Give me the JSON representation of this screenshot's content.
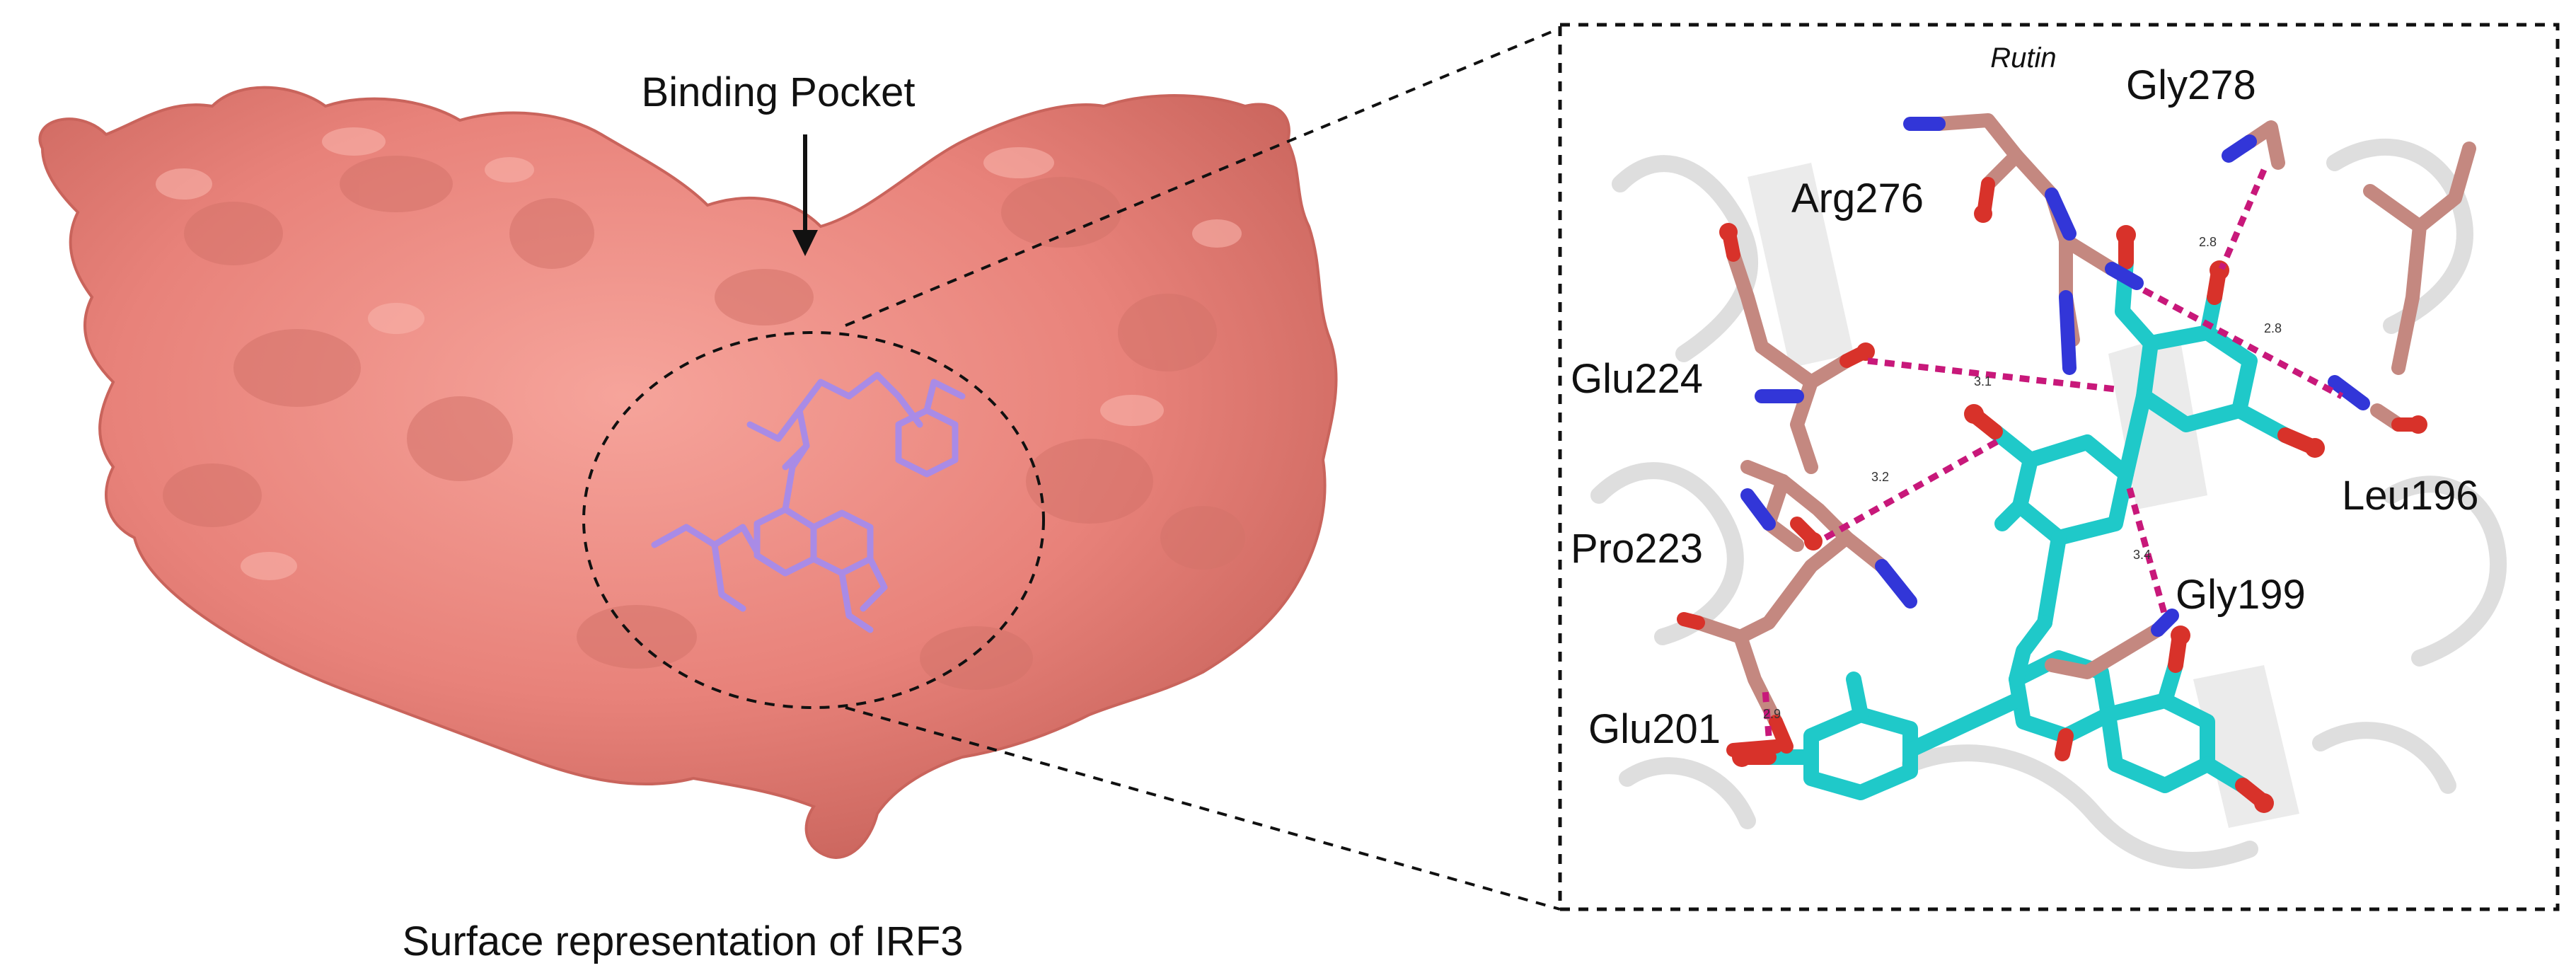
{
  "left_panel": {
    "arrow_label": "Binding Pocket",
    "caption": "Surface representation of IRF3"
  },
  "right_panel": {
    "ligand_label": "Rutin",
    "residues": {
      "gly278": "Gly278",
      "arg276": "Arg276",
      "glu224": "Glu224",
      "pro223": "Pro223",
      "glu201": "Glu201",
      "leu196": "Leu196",
      "gly199": "Gly199"
    },
    "hbond_distances": {
      "d1": "2.8",
      "d2": "2.8",
      "d3": "3.1",
      "d4": "3.2",
      "d5": "3.4",
      "d6": "2.9"
    }
  },
  "colors": {
    "surface": "#e8827a",
    "surface_shade": "#cf6a62",
    "ligand_surface_view": "#a98be6",
    "ligand_carbon": "#1fc9c9",
    "residue_carbon": "#c48880",
    "nitrogen": "#3236d8",
    "oxygen": "#d8322a",
    "hbond": "#c8187a",
    "cartoon": "#d9d9d9"
  }
}
